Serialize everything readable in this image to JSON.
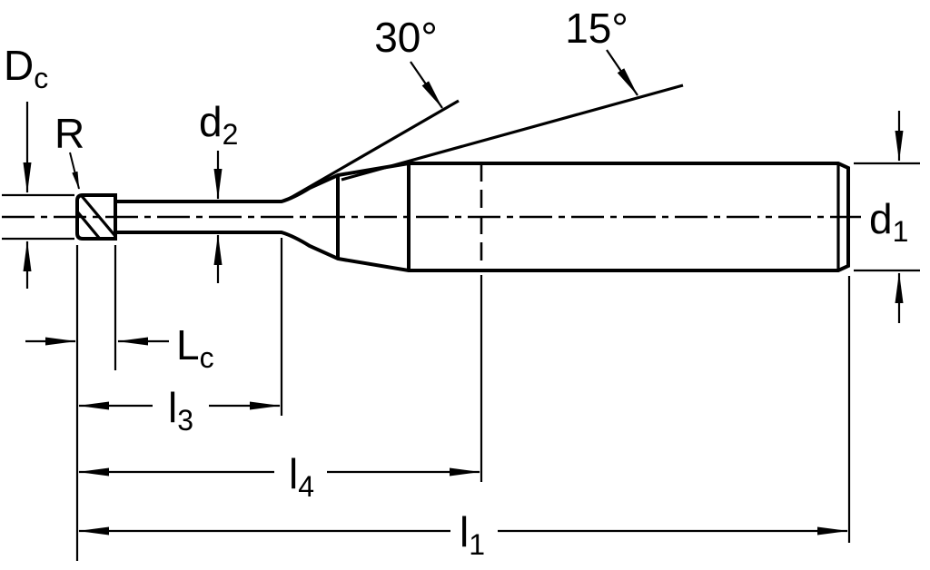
{
  "drawing": {
    "type": "technical-dimension-drawing",
    "subject": "end mill cutter side view with dimension callouts",
    "background": "#ffffff"
  },
  "colors": {
    "line": "#000000",
    "fill": "#d9d9d9"
  },
  "labels": {
    "dc": {
      "main": "D",
      "sub": "c"
    },
    "r": {
      "main": "R"
    },
    "d2": {
      "main": "d",
      "sub": "2"
    },
    "angle30": {
      "text": "30°"
    },
    "angle15": {
      "text": "15°"
    },
    "d1": {
      "main": "d",
      "sub": "1"
    },
    "lc": {
      "main": "L",
      "sub": "c"
    },
    "l3": {
      "main": "l",
      "sub": "3"
    },
    "l4": {
      "main": "l",
      "sub": "4"
    },
    "l1": {
      "main": "l",
      "sub": "1"
    }
  }
}
